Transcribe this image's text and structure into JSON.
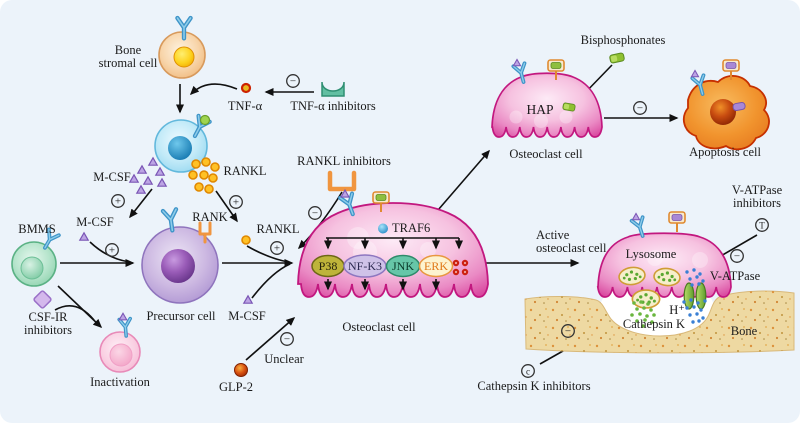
{
  "figure": {
    "type": "biological-pathway-diagram",
    "topic": "Osteoclast differentiation, activation and sites of inhibitor action"
  },
  "labels": {
    "bone_stromal_1": "Bone",
    "bone_stromal_2": "stromal cell",
    "tnf": "TNF-α",
    "tnf_inhibitors": "TNF-α inhibitors",
    "mcsf": "M-CSF",
    "rankl": "RANKL",
    "rankl_inhibitors": "RANKL inhibitors",
    "rank": "RANK",
    "bmms": "BMMS",
    "csf_ir_1": "CSF-IR",
    "csf_ir_2": "inhibitors",
    "precursor_cell": "Precursor cell",
    "inactivation": "Inactivation",
    "glp2": "GLP-2",
    "unclear": "Unclear",
    "osteoclast_cell": "Osteoclast cell",
    "traf6": "TRAF6",
    "bisphosphonates": "Bisphosphonates",
    "hap": "HAP",
    "apoptosis_cell": "Apoptosis cell",
    "active_1": "Active",
    "active_2": "osteoclast cell",
    "lysosome": "Lysosome",
    "v_atpase": "V-ATPase",
    "v_atpase_inh_1": "V-ATPase",
    "v_atpase_inh_2": "inhibitors",
    "h_plus": "H⁺",
    "cathepsin_k": "Cathepsin K",
    "cathepsin_k_inhibitors": "Cathepsin K inhibitors",
    "bone": "Bone"
  },
  "signaling": {
    "p38": "P38",
    "nfk3": "NF-K3",
    "jnk": "JNK",
    "erk": "ERK"
  },
  "symbols": {
    "plus": "+",
    "minus": "−",
    "t": "T",
    "c": "c"
  },
  "colors": {
    "background": "#ecf3fa",
    "osteoclast_membrane": "#c2187f",
    "osteoclast_fill": "#f3b8db",
    "bone_fill": "#eed9a2",
    "arrow": "#111111",
    "rankl_dot": "#f5a623",
    "mcsf_triangle": "#b89fe0",
    "receptor_blue": "#3e94c8",
    "inhibitor_teal": "#62bfa2",
    "inhibitor_orange": "#f0953f",
    "bisphosphonate_green": "#8fc030",
    "p38_fill": "#beb43a",
    "nfk3_fill": "#cfc2e8",
    "jnk_fill": "#66c6a8",
    "erk_fill": "#fdf3cf",
    "apoptosis_orange": "#ef8a2e",
    "lysosome_dot_green": "#5aa832",
    "hplus_dot_blue": "#3a7fd4",
    "glp2_red": "#b03000",
    "tnf_red": "#cc2200"
  }
}
